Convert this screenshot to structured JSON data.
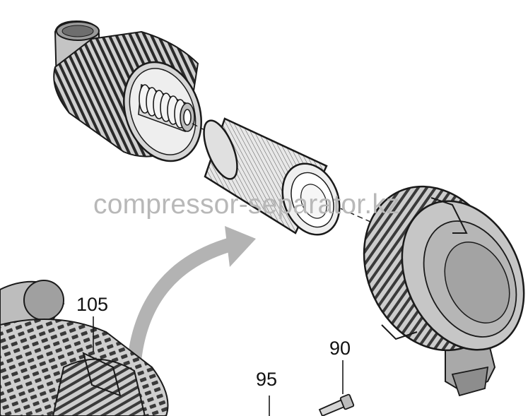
{
  "diagram": {
    "watermark": "compressor-separator.kz",
    "callouts": {
      "part_105": "105",
      "part_95": "95",
      "part_90": "90"
    },
    "colors": {
      "line": "#1a1a1a",
      "body_fill": "#c8c8c8",
      "dark_fill": "#8a8a8a",
      "arrow": "#b0b0b0",
      "watermark": "#b8b8b8"
    }
  }
}
